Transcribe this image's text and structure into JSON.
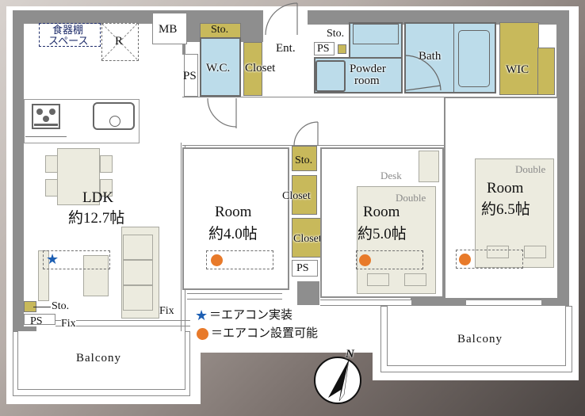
{
  "floorplan": {
    "rooms": {
      "ldk": {
        "name": "LDK",
        "size": "約12.7帖"
      },
      "room1": {
        "name": "Room",
        "size": "約4.0帖"
      },
      "room2": {
        "name": "Room",
        "size": "約5.0帖"
      },
      "room3": {
        "name": "Room",
        "size": "約6.5帖"
      },
      "wc": "W.C.",
      "powder_room": [
        "Powder",
        "room"
      ],
      "bath": "Bath",
      "wic": "WIC",
      "entrance": "Ent.",
      "balcony_left": "Balcony",
      "balcony_right": "Balcony"
    },
    "storage": {
      "mb": "MB",
      "sto_wc": "Sto.",
      "sto_powder": "Sto.",
      "sto_hall": "Sto.",
      "sto_ldk": "Sto.",
      "closet_ent": "Closet",
      "closet_hall_1": "Closet",
      "closet_hall_2": "Closet",
      "ps_ldk_top": "PS",
      "ps_powder": "PS",
      "ps_hall": "PS",
      "ps_ldk_bottom": "PS"
    },
    "furniture": {
      "cupboard_space": [
        "食器棚",
        "スペース"
      ],
      "fridge": "R",
      "desk": "Desk",
      "bed_room2": "Double",
      "bed_room3": "Double"
    },
    "windows": {
      "fix_bottom": "Fix",
      "fix_corner": "Fix"
    },
    "legend": {
      "star_icon": "★",
      "star_text": "＝エアコン実装",
      "dot_text": "＝エアコン設置可能",
      "star_color": "#1d5fb3",
      "dot_color": "#e87a2a"
    },
    "compass": {
      "label": "N"
    },
    "colors": {
      "wall": "#8e8e8e",
      "closet": "#c8b95b",
      "wet_area": "#bcdcea",
      "furniture": "#ecebdf"
    }
  }
}
